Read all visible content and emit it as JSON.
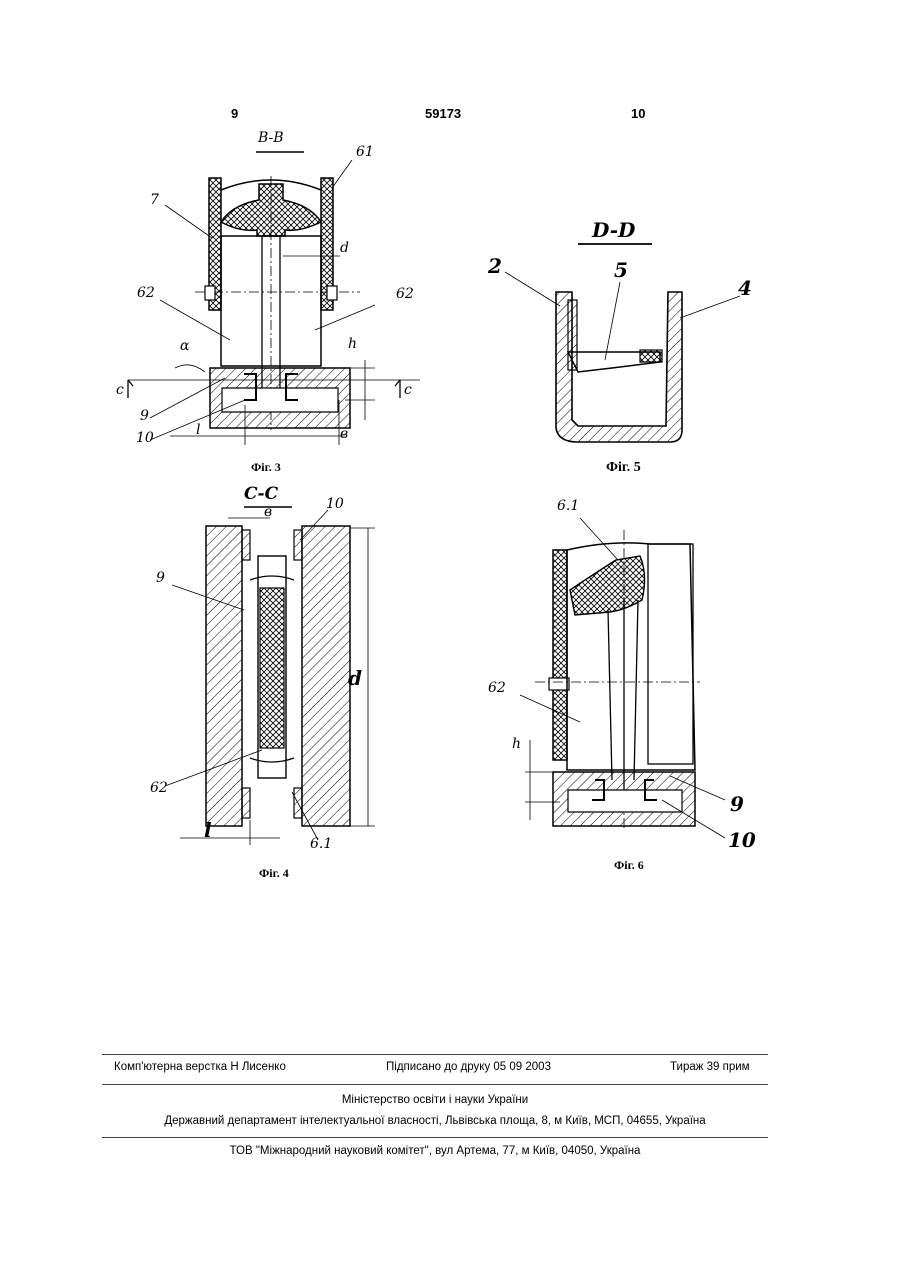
{
  "header": {
    "left_page": "9",
    "patent_number": "59173",
    "right_page": "10"
  },
  "fig3": {
    "caption": "Фіг. 3",
    "section": "B-B",
    "labels": {
      "l61": "61",
      "l7": "7",
      "l62a": "62",
      "l62b": "62",
      "d": "d",
      "c1": "c",
      "c2": "c",
      "l9": "9",
      "l10": "10",
      "l": "l",
      "h": "h",
      "alpha": "α",
      "b": "в"
    }
  },
  "fig5": {
    "caption": "Фіг. 5",
    "section": "D-D",
    "labels": {
      "l2": "2",
      "l5": "5",
      "l4": "4"
    }
  },
  "fig4": {
    "caption": "Фіг. 4",
    "section": "C-C",
    "labels": {
      "b": "в",
      "l10": "10",
      "l9": "9",
      "d": "d",
      "l62": "62",
      "l": "l",
      "l61": "6.1"
    }
  },
  "fig6": {
    "caption": "Фіг. 6",
    "labels": {
      "l61": "6.1",
      "l62": "62",
      "h": "h",
      "l9": "9",
      "l10": "10"
    }
  },
  "footer": {
    "typesetting": "Комп'ютерна верстка Н  Лисенко",
    "signed": "Підписано до друку 05 09 2003",
    "circulation": "Тираж 39 прим",
    "ministry": "Міністерство освіти і науки України",
    "department": "Державний департамент інтелектуальної власності, Львівська площа, 8, м  Київ, МСП, 04655, Україна",
    "committee": "ТОВ \"Міжнародний науковий комітет\", вул  Артема, 77, м  Київ, 04050, Україна"
  }
}
